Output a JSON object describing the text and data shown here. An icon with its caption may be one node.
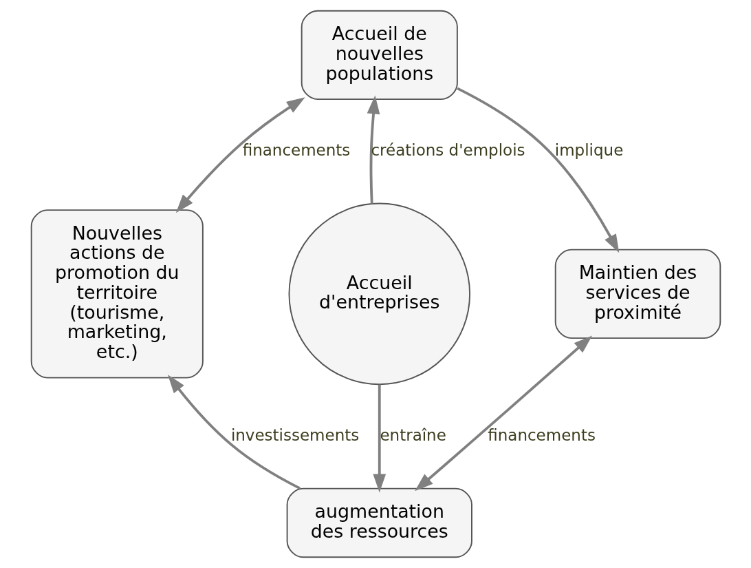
{
  "diagram": {
    "nodes": [
      {
        "text": [
          "Accueil de nouvelles populations"
        ]
      },
      {
        "text": [
          "Nouvelles actions de promotion du territoire (tourisme, marketing, etc.)"
        ]
      },
      {
        "text": [
          "Accueil d'entreprises"
        ]
      },
      {
        "text": [
          "Maintien des services de proximité"
        ]
      },
      {
        "text": [
          "augmentation des ressources"
        ]
      }
    ],
    "edges": [
      {
        "from": 0,
        "to": 1,
        "arrow": "both",
        "label": "financements"
      },
      {
        "from": 0,
        "to": 3,
        "arrow": "to",
        "label": "implique"
      },
      {
        "from": 2,
        "to": 0,
        "arrow": "to",
        "label": "créations d'emplois"
      },
      {
        "from": 2,
        "to": 4,
        "arrow": "to",
        "label": "entraîne"
      },
      {
        "from": 3,
        "to": 4,
        "arrow": "both",
        "label": "financements"
      },
      {
        "from": 4,
        "to": 1,
        "arrow": "to",
        "label": "investissements"
      }
    ]
  }
}
